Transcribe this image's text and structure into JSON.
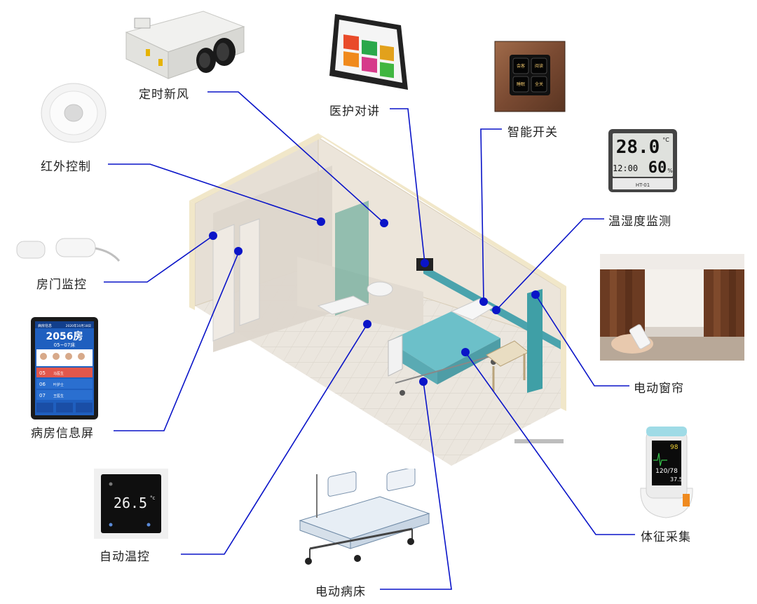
{
  "labels": {
    "fresh_air": "定时新风",
    "intercom": "医护对讲",
    "smart_switch": "智能开关",
    "infrared": "红外控制",
    "temp_humidity": "温湿度监测",
    "door_monitor": "房门监控",
    "curtain": "电动窗帘",
    "ward_screen": "病房信息屏",
    "vitals": "体征采集",
    "auto_temp": "自动温控",
    "electric_bed": "电动病床"
  },
  "device_text": {
    "thermo_temp": "28.0",
    "thermo_unit": "°C",
    "thermo_time": "12:00",
    "thermo_hum": "60",
    "thermo_hum_unit": "%",
    "thermo_brand": "HT-01",
    "screen_header_left": "病房信息",
    "screen_header_right": "2020年10月18日",
    "screen_room": "2056房",
    "screen_date": "05~07床",
    "screen_row1_num": "05",
    "screen_row1_name": "马医生",
    "screen_row2_num": "06",
    "screen_row2_name": "叶护士",
    "screen_row3_num": "07",
    "screen_row3_name": "王医生",
    "thermostat_value": "26.5",
    "thermostat_unit": "°c",
    "vitals_value1": "98",
    "vitals_value2": "120/78",
    "vitals_value3": "37.5",
    "switch_b1": "会客",
    "switch_b2": "阅读",
    "switch_b3": "睡眠",
    "switch_b4": "全关"
  },
  "colors": {
    "line": "#0a14c8",
    "dot": "#0a14c8",
    "wall": "#e4ddd3",
    "floor": "#ebe6de",
    "teal": "#3f9fa6"
  }
}
